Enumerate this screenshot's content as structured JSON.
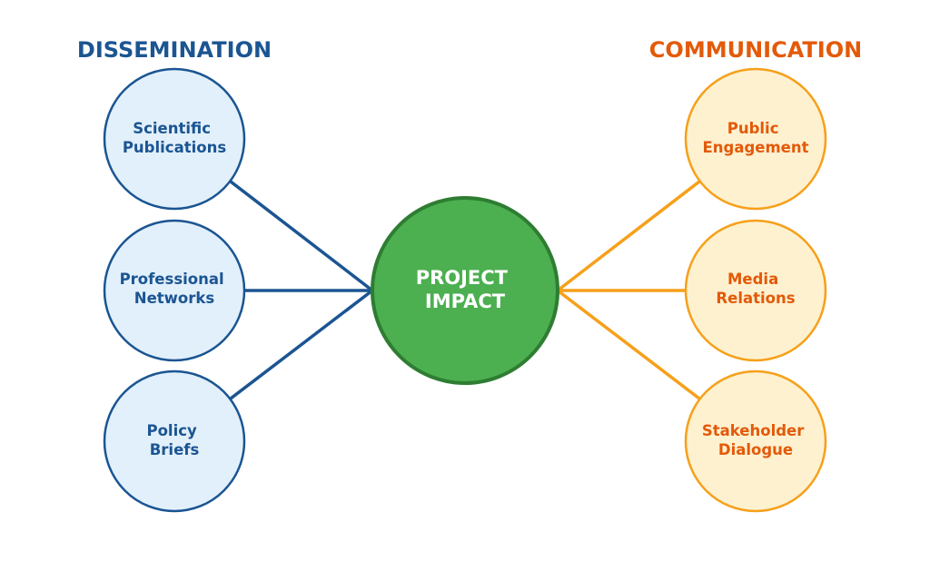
{
  "left_group": {
    "title": "DISSEMINATION",
    "colors": {
      "text": "#1b5592",
      "stroke": "#1b5592",
      "fill": "#e2f0fb"
    },
    "nodes": [
      {
        "lines": [
          "Scientific",
          "Publications"
        ]
      },
      {
        "lines": [
          "Professional",
          "Networks"
        ]
      },
      {
        "lines": [
          "Policy",
          "Briefs"
        ]
      }
    ]
  },
  "right_group": {
    "title": "COMMUNICATION",
    "colors": {
      "text": "#e35a09",
      "stroke": "#f6a01a",
      "fill": "#fef1d0"
    },
    "nodes": [
      {
        "lines": [
          "Public",
          "Engagement"
        ]
      },
      {
        "lines": [
          "Media",
          "Relations"
        ]
      },
      {
        "lines": [
          "Stakeholder",
          "Dialogue"
        ]
      }
    ]
  },
  "center": {
    "lines": [
      "PROJECT",
      "IMPACT"
    ],
    "colors": {
      "fill": "#4caf50",
      "stroke": "#2e7d32",
      "text": "#ffffff"
    }
  }
}
